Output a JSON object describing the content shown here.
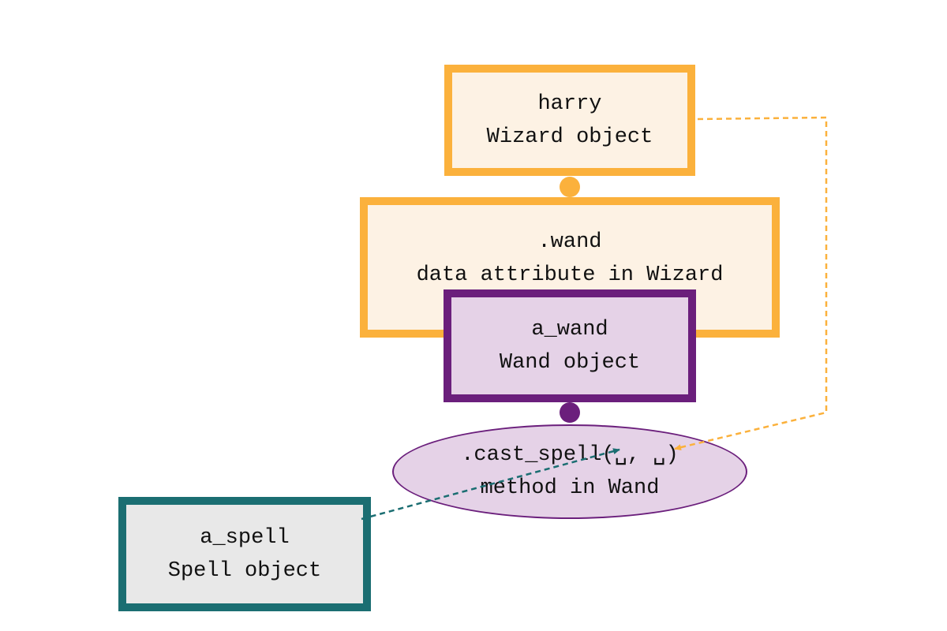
{
  "diagram": {
    "harry": {
      "name": "harry",
      "type": "Wizard object"
    },
    "wand_attribute": {
      "name": ".wand",
      "type": "data attribute in Wizard"
    },
    "wand_object": {
      "name": "a_wand",
      "type": "Wand object"
    },
    "method": {
      "name": ".cast_spell(␣, ␣)",
      "type": "method in Wand"
    },
    "spell": {
      "name": "a_spell",
      "type": "Spell object"
    }
  },
  "colors": {
    "wizard_border": "#fbb13c",
    "wizard_fill": "#fdf2e4",
    "wand_border": "#6b1f7c",
    "wand_fill": "#e5d2e7",
    "spell_border": "#1b6e72",
    "spell_fill": "#e8e8e8"
  }
}
